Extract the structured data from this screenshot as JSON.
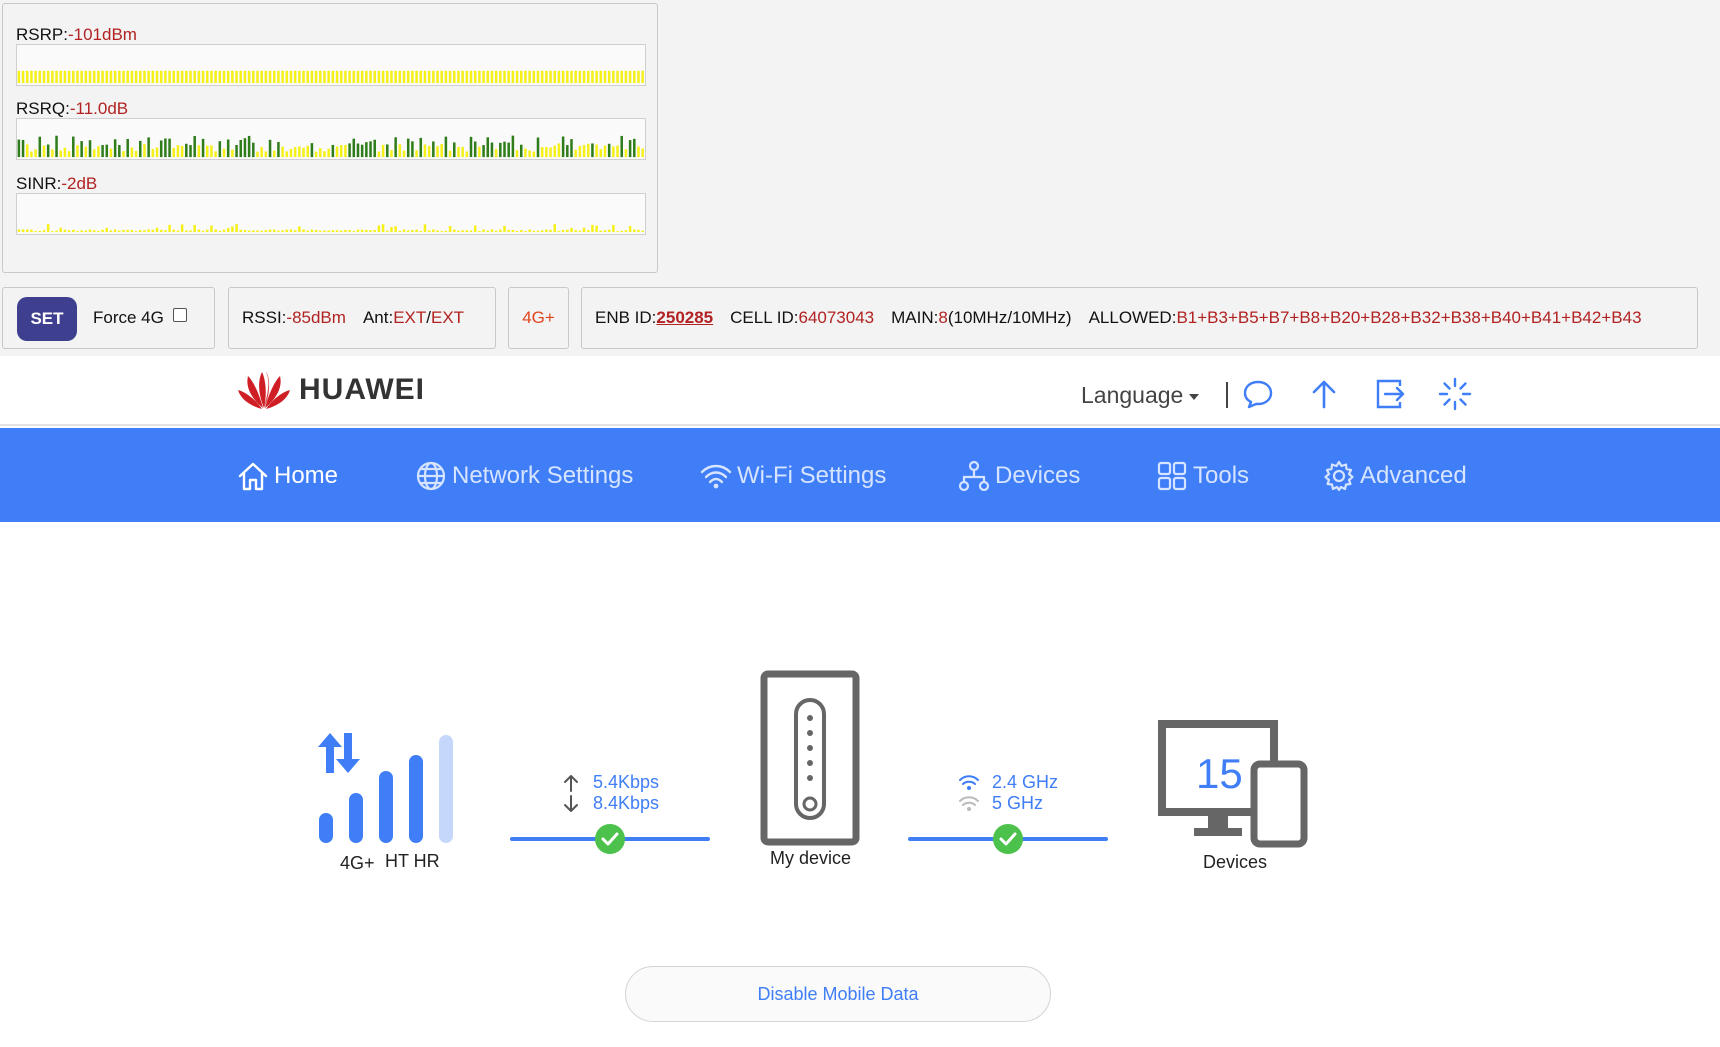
{
  "signal": {
    "rsrp": {
      "label": "RSRP:",
      "value": "-101dBm"
    },
    "rsrq": {
      "label": "RSRQ:",
      "value": "-11.0dB"
    },
    "sinr": {
      "label": "SINR:",
      "value": "-2dB"
    }
  },
  "controls": {
    "set_label": "SET",
    "force_label": "Force 4G",
    "force_checked": false
  },
  "radio": {
    "rssi_label": "RSSI:",
    "rssi_value": "-85dBm",
    "ant_label": "Ant:",
    "ant_value_1": "EXT",
    "ant_sep": "/",
    "ant_value_2": "EXT"
  },
  "mode": {
    "label": "4G+"
  },
  "cell": {
    "enb_label": "ENB ID:",
    "enb_value": "250285",
    "cell_label": "CELL ID:",
    "cell_value": "64073043",
    "main_label": "MAIN:",
    "main_value": "8",
    "main_bw": "(10MHz/10MHz)",
    "allowed_label": "ALLOWED:",
    "allowed_value": "B1+B3+B5+B7+B8+B20+B28+B32+B38+B40+B41+B42+B43"
  },
  "header": {
    "brand": "HUAWEI",
    "language": "Language",
    "icons": [
      "message-icon",
      "upload-icon",
      "logout-icon",
      "loading-icon"
    ]
  },
  "nav": {
    "items": [
      {
        "label": "Home",
        "icon": "home-icon",
        "active": true
      },
      {
        "label": "Network Settings",
        "icon": "globe-icon"
      },
      {
        "label": "Wi-Fi Settings",
        "icon": "wifi-icon"
      },
      {
        "label": "Devices",
        "icon": "network-icon"
      },
      {
        "label": "Tools",
        "icon": "grid-icon"
      },
      {
        "label": "Advanced",
        "icon": "gear-icon"
      }
    ]
  },
  "topology": {
    "network_type": "4G+",
    "operator": "HT HR",
    "upload_rate": "5.4Kbps",
    "download_rate": "8.4Kbps",
    "router_label": "My device",
    "band_24": "2.4 GHz",
    "band_5": "5 GHz",
    "device_count": "15",
    "devices_label": "Devices"
  },
  "actions": {
    "disable_mobile_data": "Disable Mobile Data"
  },
  "colors": {
    "accent": "#3f7ef7",
    "signal_value": "#b22222",
    "set_button": "#3f3f8f",
    "bar_strong": "#2e7d1a",
    "bar_weak": "#f5f01a"
  }
}
